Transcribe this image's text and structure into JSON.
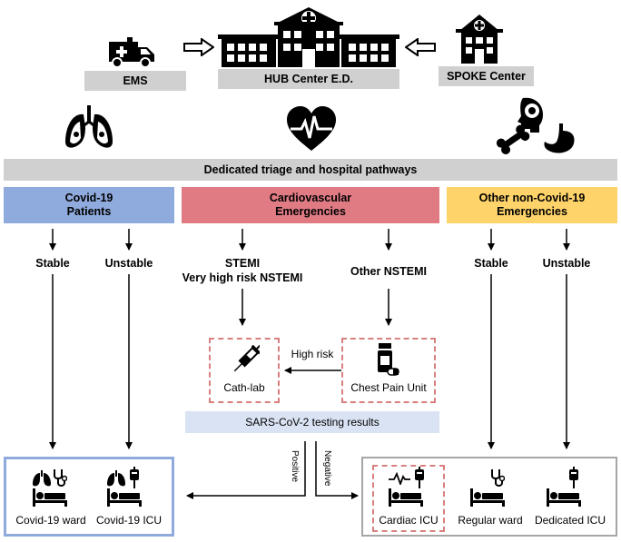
{
  "header": {
    "ems_label": "EMS",
    "hub_label": "HUB Center E.D.",
    "spoke_label": "SPOKE Center"
  },
  "triage": {
    "label": "Dedicated triage and hospital pathways"
  },
  "categories": {
    "covid": {
      "line1": "Covid-19",
      "line2": "Patients",
      "color": "#8faadc"
    },
    "cardio": {
      "line1": "Cardiovascular",
      "line2": "Emergencies",
      "color": "#e07b84"
    },
    "other": {
      "line1": "Other non-Covid-19",
      "line2": "Emergencies",
      "color": "#fdd36a"
    }
  },
  "branches": {
    "covid_stable": "Stable",
    "covid_unstable": "Unstable",
    "stemi_line1": "STEMI",
    "stemi_line2": "Very high risk NSTEMI",
    "other_nstemi": "Other NSTEMI",
    "other_stable": "Stable",
    "other_unstable": "Unstable"
  },
  "cardio_units": {
    "high_risk": "High risk",
    "cath_lab": "Cath-lab",
    "chest_pain_unit": "Chest Pain Unit",
    "testing": "SARS-CoV-2 testing results",
    "positive": "Positive",
    "negative": "Negative"
  },
  "destinations": {
    "covid_ward": "Covid-19 ward",
    "covid_icu": "Covid-19 ICU",
    "cardiac_icu": "Cardiac ICU",
    "regular_ward": "Regular ward",
    "dedicated_icu": "Dedicated ICU"
  },
  "colors": {
    "covid_box_border": "#8faadc",
    "other_box_border": "#a6a6a6",
    "dashed": "#d87f7f",
    "testing_bg": "#dae3f3",
    "gray": "#d0d0d0"
  },
  "icons": [
    "ambulance-icon",
    "hospital-icon",
    "clinic-icon",
    "lungs-virus-icon",
    "heart-ecg-icon",
    "bone-brain-stomach-icon",
    "syringe-icon",
    "pill-bottle-icon",
    "bed-icon",
    "stethoscope-icon",
    "iv-bag-icon",
    "ecg-icon"
  ]
}
